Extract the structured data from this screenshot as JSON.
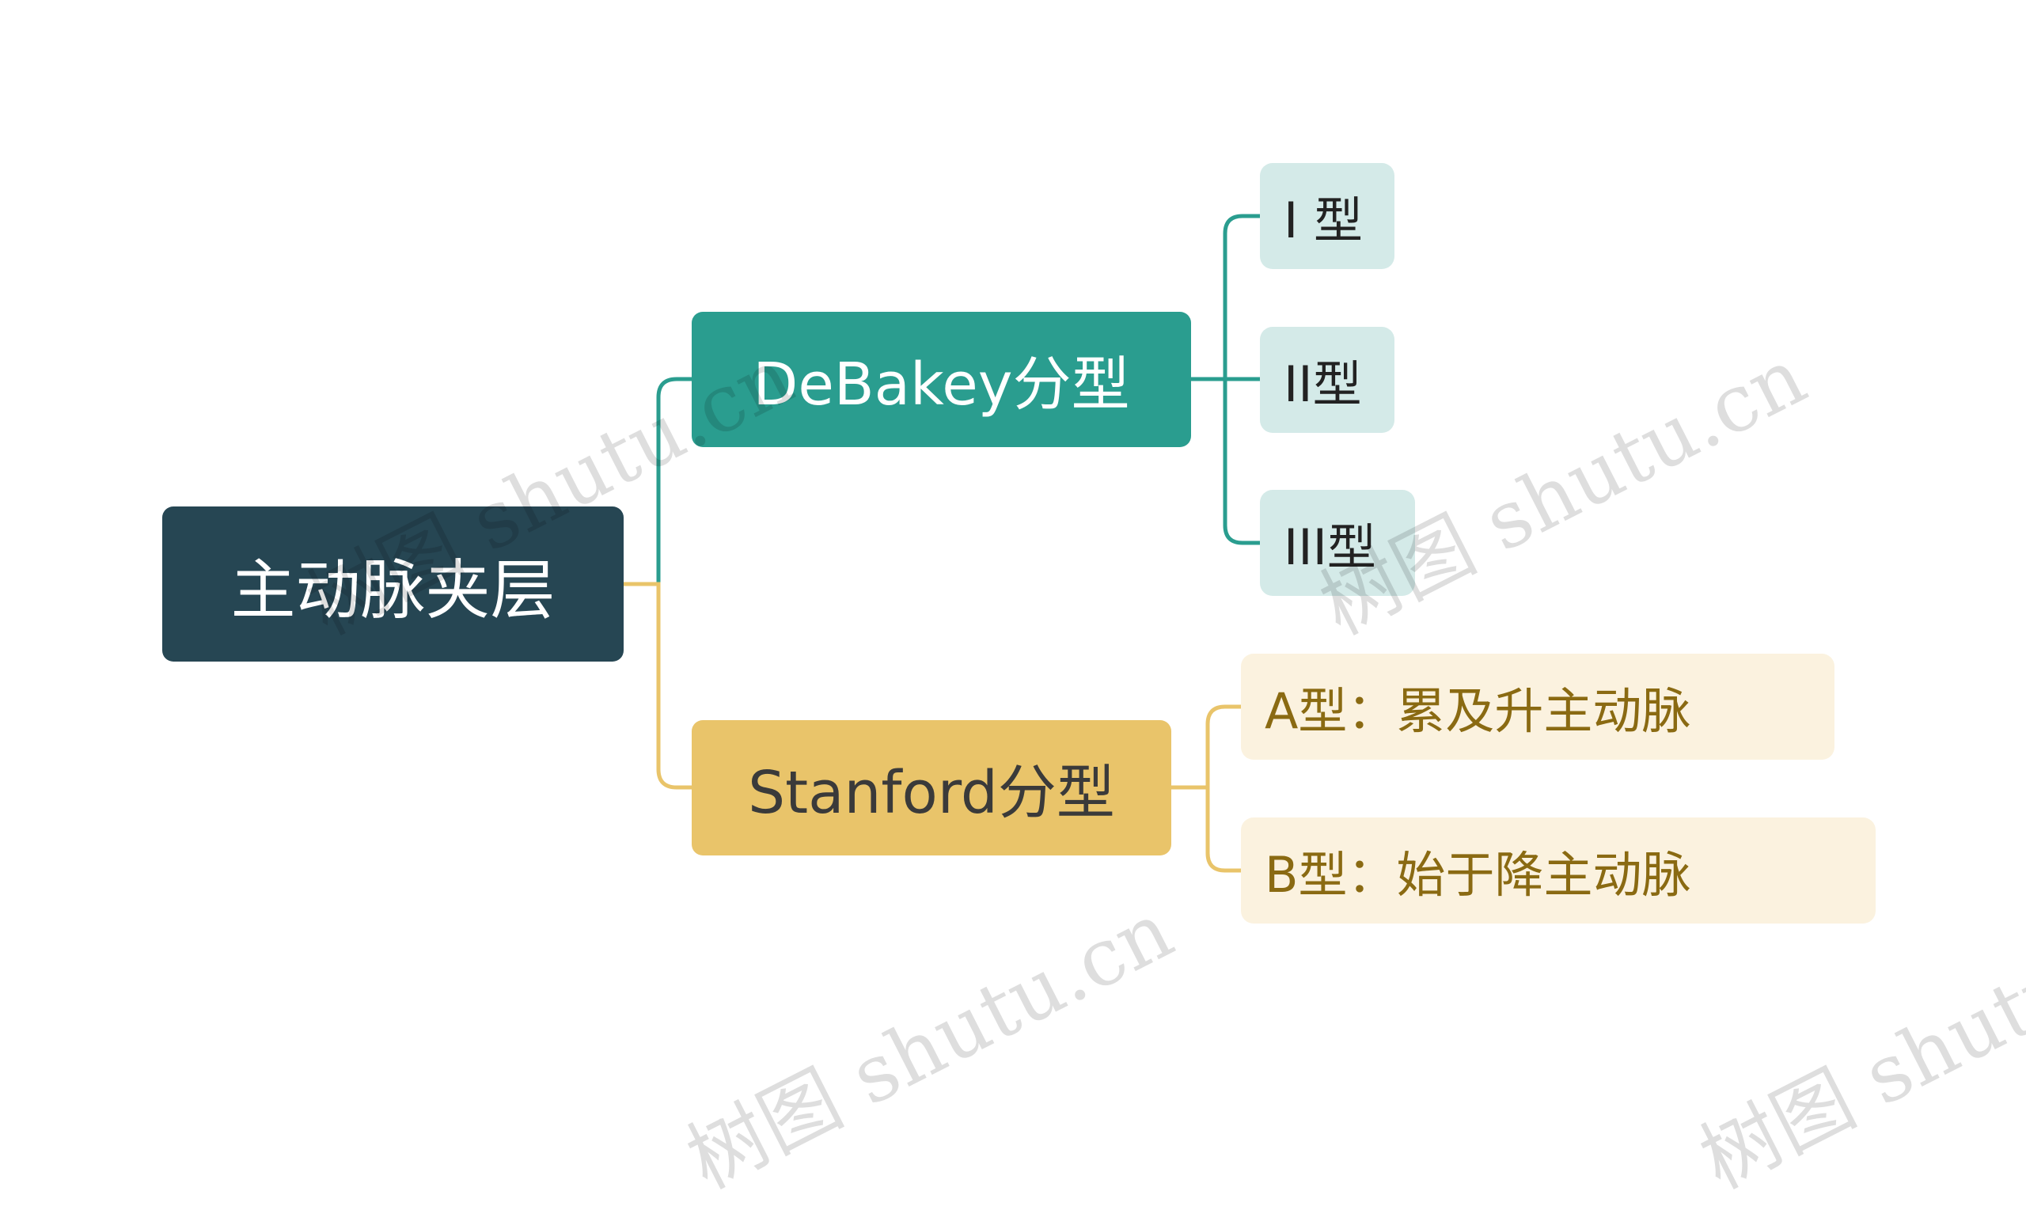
{
  "mindmap": {
    "root": {
      "label": "主动脉夹层"
    },
    "branches": [
      {
        "label": "DeBakey分型",
        "children": [
          {
            "label": "I 型"
          },
          {
            "label": "II型"
          },
          {
            "label": "III型"
          }
        ]
      },
      {
        "label": "Stanford分型",
        "children": [
          {
            "label": "A型：累及升主动脉"
          },
          {
            "label": "B型：始于降主动脉"
          }
        ]
      }
    ]
  },
  "watermark": {
    "text": "树图 shutu.cn"
  },
  "colors": {
    "root": "#264653",
    "debakey": "#2a9d8f",
    "stanford": "#e9c46a",
    "leaf_teal": "#d4eae8",
    "leaf_yellow": "#fbf2df",
    "leaf_yellow_text": "#8a6a12"
  }
}
